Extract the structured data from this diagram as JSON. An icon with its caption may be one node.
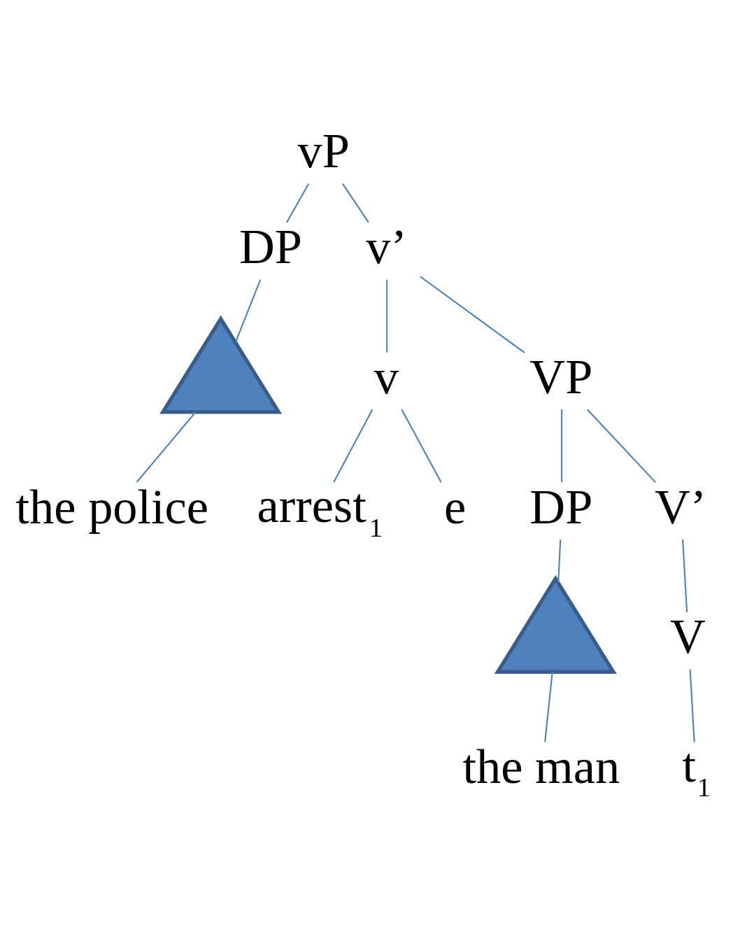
{
  "diagram": {
    "nodes": [
      {
        "text": [
          "vP"
        ]
      },
      {
        "text": [
          "DP"
        ]
      },
      {
        "text": [
          "v’"
        ]
      },
      {
        "text": [],
        "shape": "triangle"
      },
      {
        "text": [
          "the police"
        ]
      },
      {
        "text": [
          "v"
        ]
      },
      {
        "text": [
          "VP"
        ]
      },
      {
        "text": [
          "arrest$_{1}$"
        ]
      },
      {
        "text": [
          "e"
        ]
      },
      {
        "text": [
          "DP"
        ]
      },
      {
        "text": [
          "V’"
        ]
      },
      {
        "text": [],
        "shape": "triangle"
      },
      {
        "text": [
          "the man"
        ]
      },
      {
        "text": [
          "V"
        ]
      },
      {
        "text": [
          "t$_{1}$"
        ]
      }
    ],
    "edges": [
      {
        "from": 0,
        "to": 1,
        "arrow": "none"
      },
      {
        "from": 0,
        "to": 2,
        "arrow": "none"
      },
      {
        "from": 1,
        "to": 3,
        "arrow": "none"
      },
      {
        "from": 3,
        "to": 4,
        "arrow": "none"
      },
      {
        "from": 2,
        "to": 5,
        "arrow": "none"
      },
      {
        "from": 2,
        "to": 6,
        "arrow": "none"
      },
      {
        "from": 5,
        "to": 7,
        "arrow": "none"
      },
      {
        "from": 5,
        "to": 8,
        "arrow": "none"
      },
      {
        "from": 6,
        "to": 9,
        "arrow": "none"
      },
      {
        "from": 6,
        "to": 10,
        "arrow": "none"
      },
      {
        "from": 9,
        "to": 11,
        "arrow": "none"
      },
      {
        "from": 11,
        "to": 12,
        "arrow": "none"
      },
      {
        "from": 10,
        "to": 13,
        "arrow": "none"
      },
      {
        "from": 13,
        "to": 14,
        "arrow": "none"
      }
    ]
  }
}
